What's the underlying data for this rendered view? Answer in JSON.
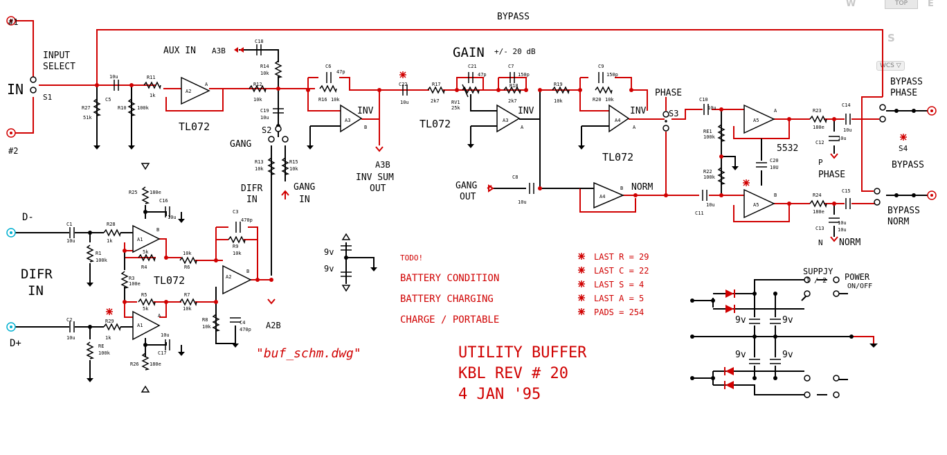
{
  "viewcube": {
    "face": "TOP",
    "west": "W",
    "east": "E",
    "south": "S",
    "wcs": "WCS ▽"
  },
  "labels": {
    "bypass": "BYPASS",
    "in1": "#1",
    "in2": "#2",
    "in": "IN",
    "input_select": "INPUT",
    "input_select2": "SELECT",
    "s1": "S1",
    "aux_in": "AUX IN",
    "a3b_in": "A3B",
    "gain": "GAIN",
    "gain_range": "+/- 20 dB",
    "phase": "PHASE",
    "inv1": "INV",
    "inv2": "INV",
    "inv3": "INV",
    "tl072_1": "TL072",
    "tl072_2": "TL072",
    "tl072_3": "TL072",
    "tl072_4": "TL072",
    "s2": "S2",
    "gang": "GANG",
    "gang_in": "GANG",
    "gang_in2": "IN",
    "a3b_out": "A3B",
    "inv_sum": "INV SUM",
    "inv_sum2": "OUT",
    "difr_in_small": "DIFR",
    "difr_in_small2": "IN",
    "gang_out": "GANG",
    "gang_out2": "OUT",
    "norm": "NORM",
    "s3": "S3",
    "ic5532": "5532",
    "bypass_phase": "BYPASS",
    "bypass_phase2": "PHASE",
    "s4": "S4",
    "s4_bypass": "BYPASS",
    "p": "P",
    "phase_out": "PHASE",
    "n": "N",
    "norm_out": "NORM",
    "bypass_norm": "BYPASS",
    "bypass_norm2": "NORM",
    "d_minus": "D-",
    "d_plus": "D+",
    "difr_big": "DIFR",
    "difr_big2": "IN",
    "a2b": "A2B",
    "nine_v_a": "9v",
    "nine_v_b": "9v",
    "supply": "SUPPJY",
    "supply_sel": "1 / 2",
    "power": "POWER",
    "power_sel": "ON/OFF",
    "bat1": "9v",
    "bat2": "9v",
    "bat3": "9v",
    "bat4": "9v",
    "filename": "\"buf_schm.dwg\""
  },
  "todo": {
    "title": "TODO!",
    "items": [
      "BATTERY CONDITION",
      "BATTERY CHARGING",
      "CHARGE / PORTABLE"
    ]
  },
  "last": {
    "items": [
      "LAST R = 29",
      "LAST C = 22",
      "LAST S = 4",
      "LAST A = 5",
      "PADS =   254"
    ]
  },
  "title_block": {
    "line1": "UTILITY BUFFER",
    "line2": "KBL  REV # 20",
    "line3": "4  JAN '95"
  },
  "parts": {
    "c5": "C5",
    "c5v": "10u",
    "r11": "R11",
    "r11v": "1k",
    "r27": "R27",
    "r27v": "51k",
    "r10": "R10",
    "r10v": "100k",
    "a2a": "A2",
    "a2a_pin": "A",
    "c18": "C18",
    "r14": "R14",
    "r14v": "10k",
    "r12": "R12",
    "r12v": "10k",
    "c19": "C19",
    "c19v": "10u",
    "c6": "C6",
    "c6v": "47p",
    "r16": "R16",
    "r16v": "10k",
    "a3b": "A3",
    "a3b_pin": "B",
    "c22": "C22",
    "c22v": "10u",
    "r17": "R17",
    "r17v": "2k7",
    "c21": "C21",
    "c21v": "47p",
    "rv1": "RV1",
    "rv1v": "25k",
    "c7": "C7",
    "c7v": "150p",
    "r18": "R18",
    "r18v": "2k7",
    "a3a": "A3",
    "a3a_pin": "A",
    "r19": "R19",
    "r19v": "10k",
    "c9": "C9",
    "c9v": "150p",
    "r20": "R20",
    "r20v": "10k",
    "a4a": "A4",
    "a4a_pin": "A",
    "c10": "C10",
    "c10v": "10u",
    "re1": "RE1",
    "re1v": "100k",
    "a5a": "A5",
    "a5a_pin": "A",
    "r23": "R23",
    "r23v": "180e",
    "c14": "C14",
    "c14v": "10u",
    "c12": "C12",
    "c12v": "10u",
    "r22": "R22",
    "r22v": "100k",
    "c20": "C20",
    "c20v": "10U",
    "c11": "C11",
    "c11v": "10u",
    "a5b": "A5",
    "a5b_pin": "B",
    "r24": "R24",
    "r24v": "180e",
    "c15": "C15",
    "c15v": "10u",
    "c13": "C13",
    "c13v": "10u",
    "c8": "C8",
    "c8v": "10u",
    "a4b": "A4",
    "a4b_pin": "B",
    "r13": "R13",
    "r13v": "10k",
    "r15": "R15",
    "r15v": "10k",
    "r25": "R25",
    "r25v": "180e",
    "c16": "C16",
    "c16v": "10u",
    "c1": "C1",
    "c1v": "10u",
    "r28": "R28",
    "r28v": "1k",
    "r1": "R1",
    "r1v": "100k",
    "a1b": "A1",
    "a1b_pin": "B",
    "r4": "R4",
    "r4v": "5k",
    "r6": "R6",
    "r6v": "10k",
    "c3": "C3",
    "c3v": "470p",
    "r9": "R9",
    "r9v": "10k",
    "a2b": "A2",
    "a2b_pin": "B",
    "r3": "R3",
    "r3v": "100e",
    "r5": "R5",
    "r5v": "5k",
    "r7": "R7",
    "r7v": "10k",
    "r8": "R8",
    "r8v": "10k",
    "c4": "C4",
    "c4v": "470p",
    "c2": "C2",
    "c2v": "10u",
    "r29": "R29",
    "r29v": "1k",
    "re": "RE",
    "rev": "100k",
    "a1a": "A1",
    "a1a_pin": "A",
    "c17": "C17",
    "c17v": "10u",
    "r26": "R26",
    "r26v": "180e"
  }
}
